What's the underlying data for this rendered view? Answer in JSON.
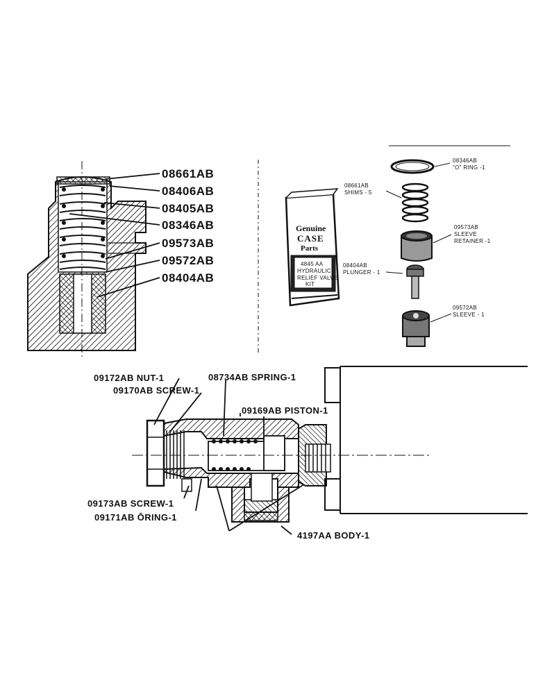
{
  "diagram": {
    "top_left_labels": [
      "08661AB",
      "08406AB",
      "08405AB",
      "08346AB",
      "09573AB",
      "09572AB",
      "08404AB"
    ],
    "kit_box": {
      "line1": "Genuine",
      "line2": "CASE",
      "line3": "Parts",
      "kit_number": "4845 AA",
      "kit_desc_1": "HYDRAULIC",
      "kit_desc_2": "RELIEF VALVE",
      "kit_desc_3": "KIT"
    },
    "exploded_labels": [
      {
        "part": "08346AB",
        "desc": "\"O\" RING -1"
      },
      {
        "part": "08661AB",
        "desc": "SHIMS - 5"
      },
      {
        "part": "09573AB",
        "desc": "SLEEVE",
        "desc2": "RETAINER -1"
      },
      {
        "part": "08404AB",
        "desc": "PLUNGER - 1"
      },
      {
        "part": "09572AB",
        "desc": "SLEEVE - 1"
      }
    ],
    "bottom_labels": {
      "nut": "09172AB NUT-1",
      "screw": "09170AB SCREW-1",
      "spring": "08734AB SPRING-1",
      "piston": "09169AB PISTON-1",
      "screw2": "09173AB SCREW-1",
      "oring": "09171AB ŌRING-1",
      "body": "4197AA BODY-1"
    }
  }
}
